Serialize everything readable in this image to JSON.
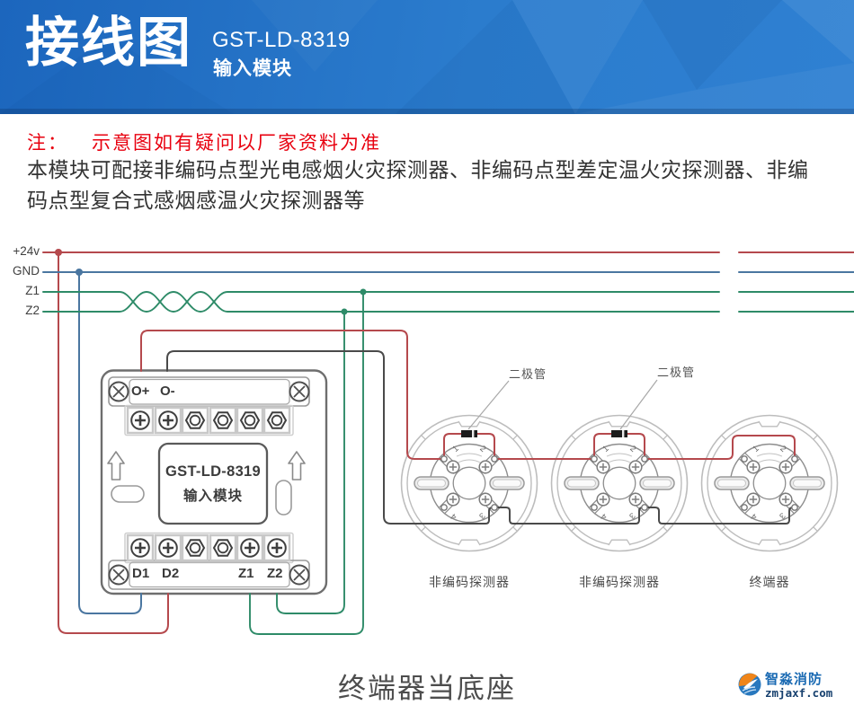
{
  "header": {
    "title": "接线图",
    "model": "GST-LD-8319",
    "subtitle": "输入模块"
  },
  "note": {
    "prefix": "注：",
    "text": "示意图如有疑问以厂家资料为准"
  },
  "description": "本模块可配接非编码点型光电感烟火灾探测器、非编码点型差定温火灾探测器、非编码点型复合式感烟感温火灾探测器等",
  "bus": {
    "power": "+24v",
    "gnd": "GND",
    "z1": "Z1",
    "z2": "Z2"
  },
  "module": {
    "model": "GST-LD-8319",
    "type": "输入模块",
    "terminals_top": {
      "o_plus": "O+",
      "o_minus": "O-"
    },
    "terminals_bottom": {
      "d1": "D1",
      "d2": "D2",
      "z1": "Z1",
      "z2": "Z2"
    }
  },
  "detectors": {
    "diode_label": "二极管",
    "terminal_numbers": [
      "1",
      "2",
      "3",
      "4"
    ],
    "items": [
      {
        "label": "非编码探测器"
      },
      {
        "label": "非编码探测器"
      },
      {
        "label": "终端器"
      }
    ]
  },
  "caption": "终端器当底座",
  "logo": {
    "name": "智淼消防",
    "site": "zmjaxf.com"
  },
  "colors": {
    "header_blue": "#2b7ccd",
    "note_red": "#e8000f",
    "wire_power": "#b5494d",
    "wire_gnd": "#4a76a0",
    "wire_zone": "#2e8b68",
    "wire_return": "#4a4a4a"
  }
}
